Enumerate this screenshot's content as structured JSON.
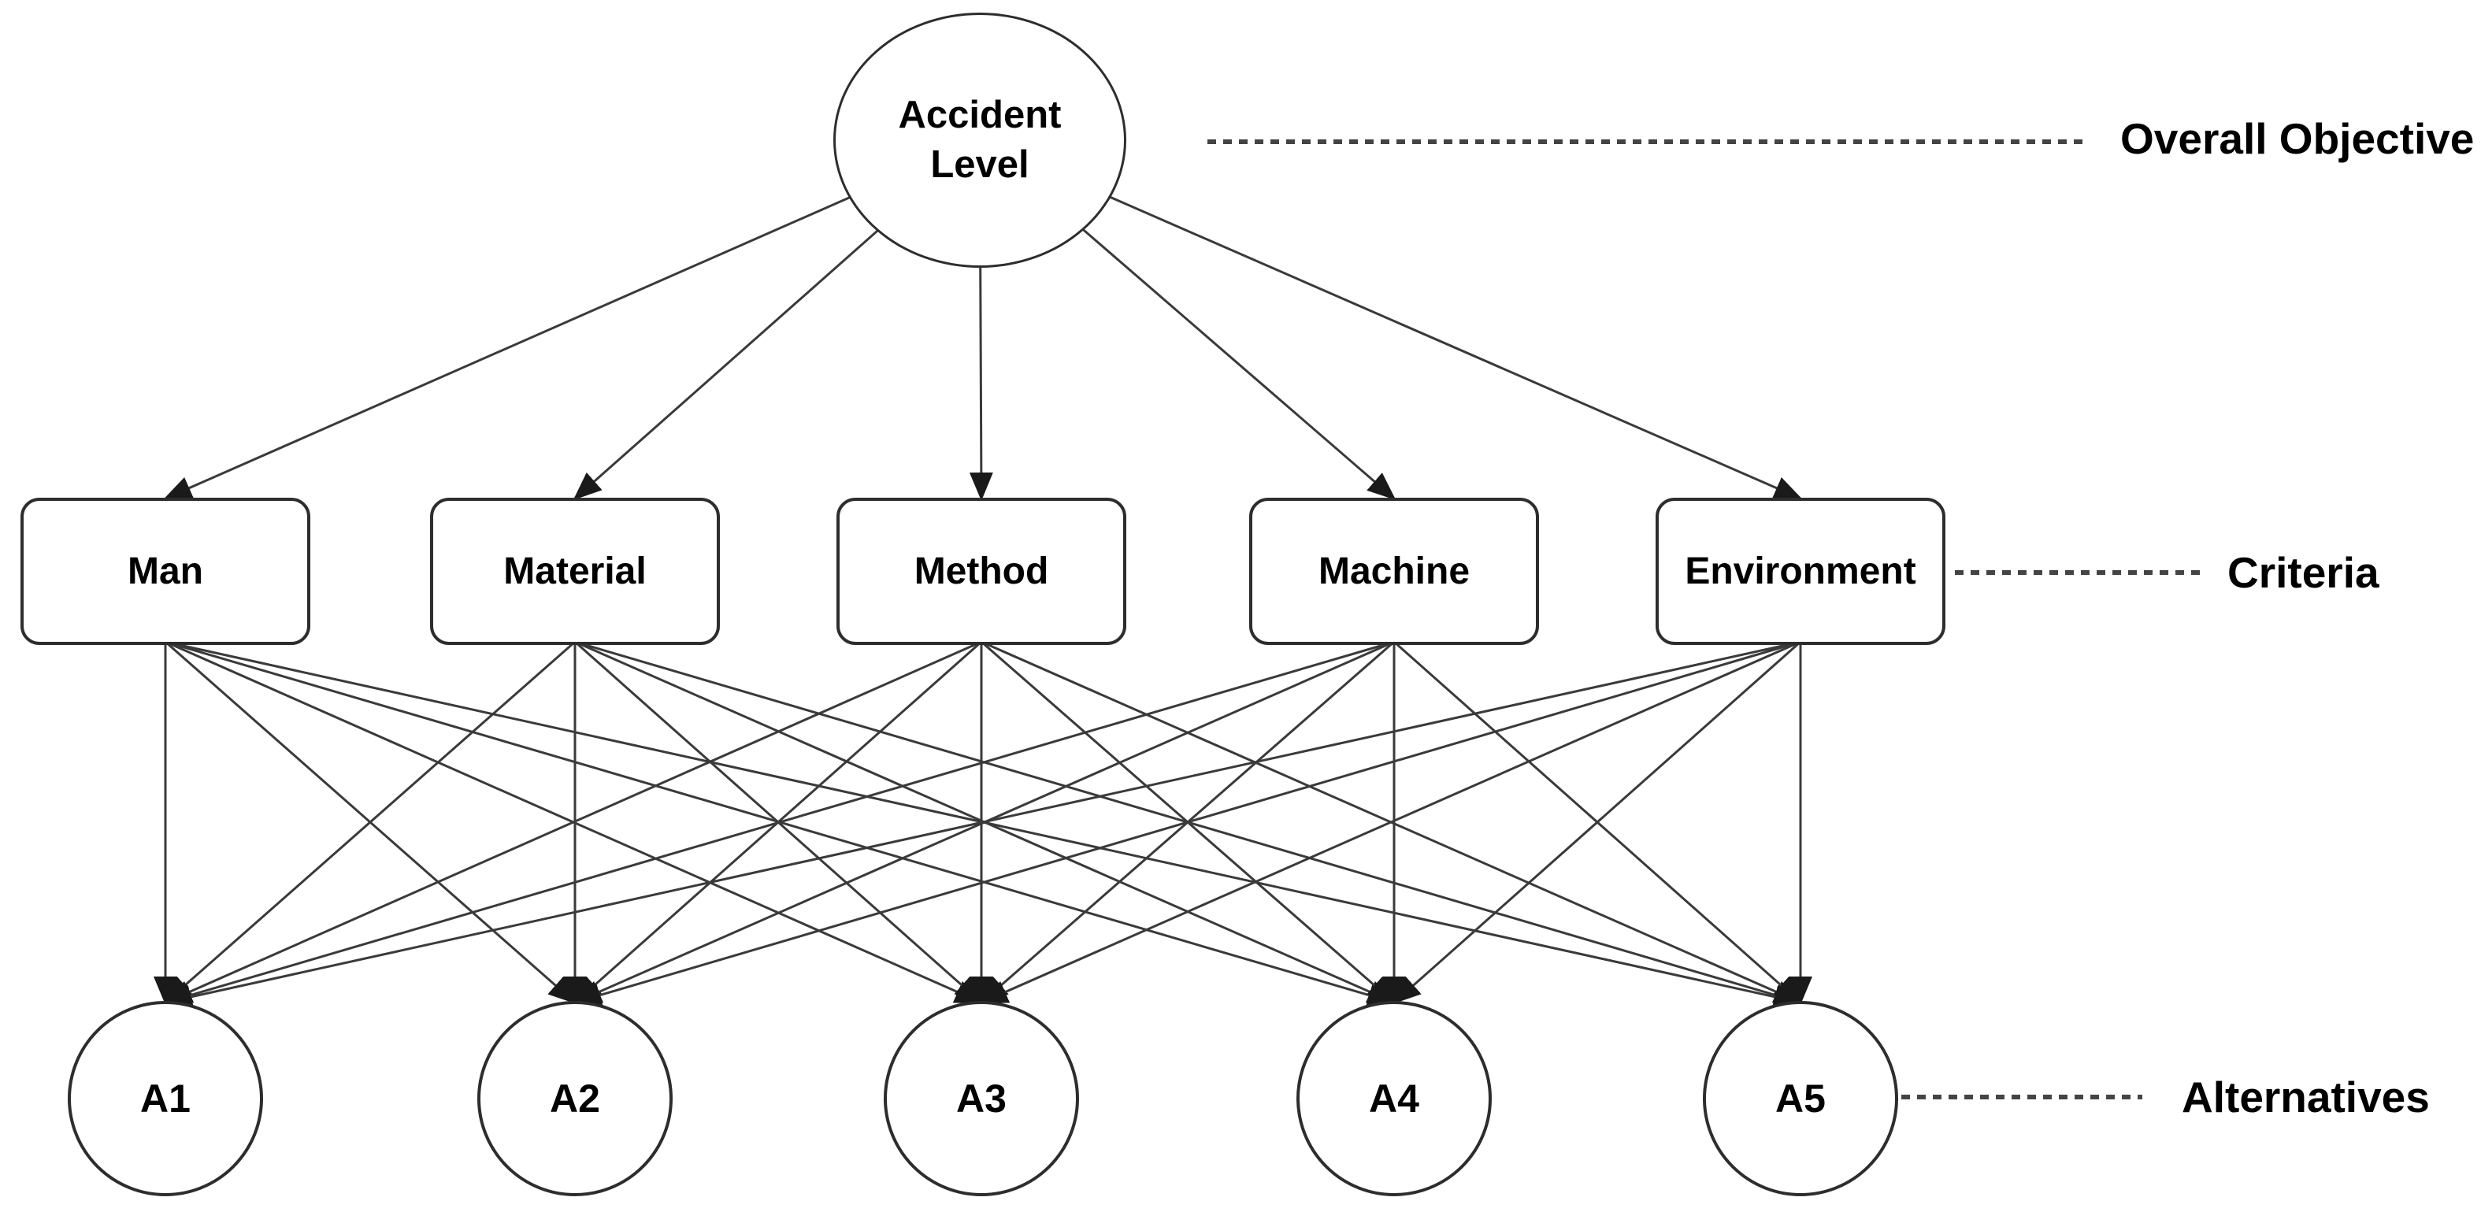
{
  "diagram": {
    "type": "hierarchy",
    "goal": {
      "label": "Accident Level"
    },
    "criteria": {
      "items": [
        "Man",
        "Material",
        "Method",
        "Machine",
        "Environment"
      ]
    },
    "alternatives": {
      "items": [
        "A1",
        "A2",
        "A3",
        "A4",
        "A5"
      ]
    },
    "level_labels": {
      "objective": "Overall Objective",
      "criteria": "Criteria",
      "alternatives": "Alternatives"
    },
    "edges": {
      "goal_to_criteria": "goal connects to every criterion with an arrow",
      "criteria_to_alternatives": "every criterion connects to every alternative with an arrow"
    },
    "colors": {
      "background": "#ffffff",
      "node_fill": "#ffffff",
      "node_stroke": "#2d2d2d",
      "edge_stroke": "#3a3a3a",
      "text": "#000000"
    }
  }
}
